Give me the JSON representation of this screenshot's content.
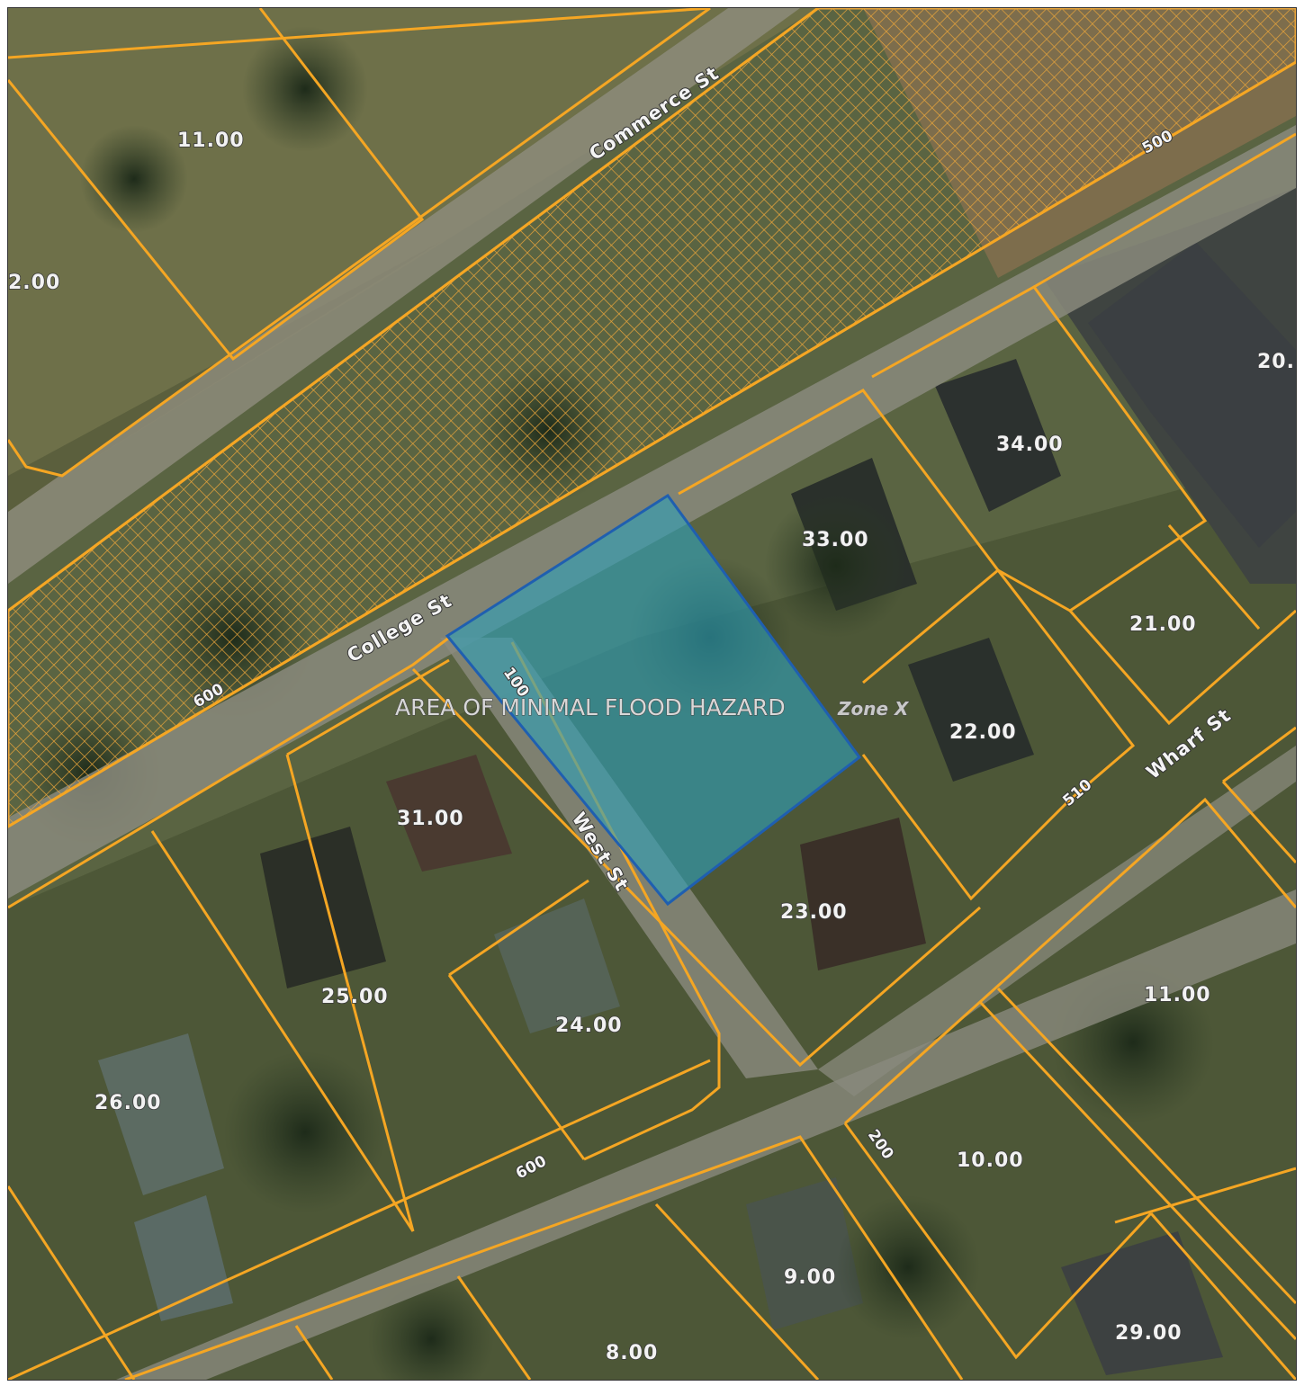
{
  "map": {
    "parcels": [
      {
        "id": "p11a",
        "label": "11.00"
      },
      {
        "id": "p2",
        "label": "2.00"
      },
      {
        "id": "p20",
        "label": "20."
      },
      {
        "id": "p34",
        "label": "34.00"
      },
      {
        "id": "p33",
        "label": "33.00"
      },
      {
        "id": "p21",
        "label": "21.00"
      },
      {
        "id": "p22",
        "label": "22.00"
      },
      {
        "id": "p31",
        "label": "31.00"
      },
      {
        "id": "p23",
        "label": "23.00"
      },
      {
        "id": "p25",
        "label": "25.00"
      },
      {
        "id": "p24",
        "label": "24.00"
      },
      {
        "id": "p11b",
        "label": "11.00"
      },
      {
        "id": "p26",
        "label": "26.00"
      },
      {
        "id": "p10",
        "label": "10.00"
      },
      {
        "id": "p9",
        "label": "9.00"
      },
      {
        "id": "p29",
        "label": "29.00"
      },
      {
        "id": "p8",
        "label": "8.00"
      }
    ],
    "streets": [
      {
        "id": "commerce",
        "label": "Commerce St"
      },
      {
        "id": "college",
        "label": "College St"
      },
      {
        "id": "west",
        "label": "West St"
      },
      {
        "id": "wharf",
        "label": "Wharf St"
      }
    ],
    "addresses": [
      {
        "id": "a500",
        "label": "500"
      },
      {
        "id": "a600top",
        "label": "600"
      },
      {
        "id": "a100",
        "label": "100"
      },
      {
        "id": "a510",
        "label": "510"
      },
      {
        "id": "a200",
        "label": "200"
      },
      {
        "id": "a600bot",
        "label": "600"
      }
    ],
    "flood": {
      "text": "AREA OF MINIMAL FLOOD HAZARD",
      "zone": "Zone X"
    },
    "colors": {
      "parcel_line": "#f5a623",
      "hatch": "#e8a43a",
      "highlight_fill": "#2fa0b8",
      "highlight_stroke": "#1f5fb0"
    }
  }
}
